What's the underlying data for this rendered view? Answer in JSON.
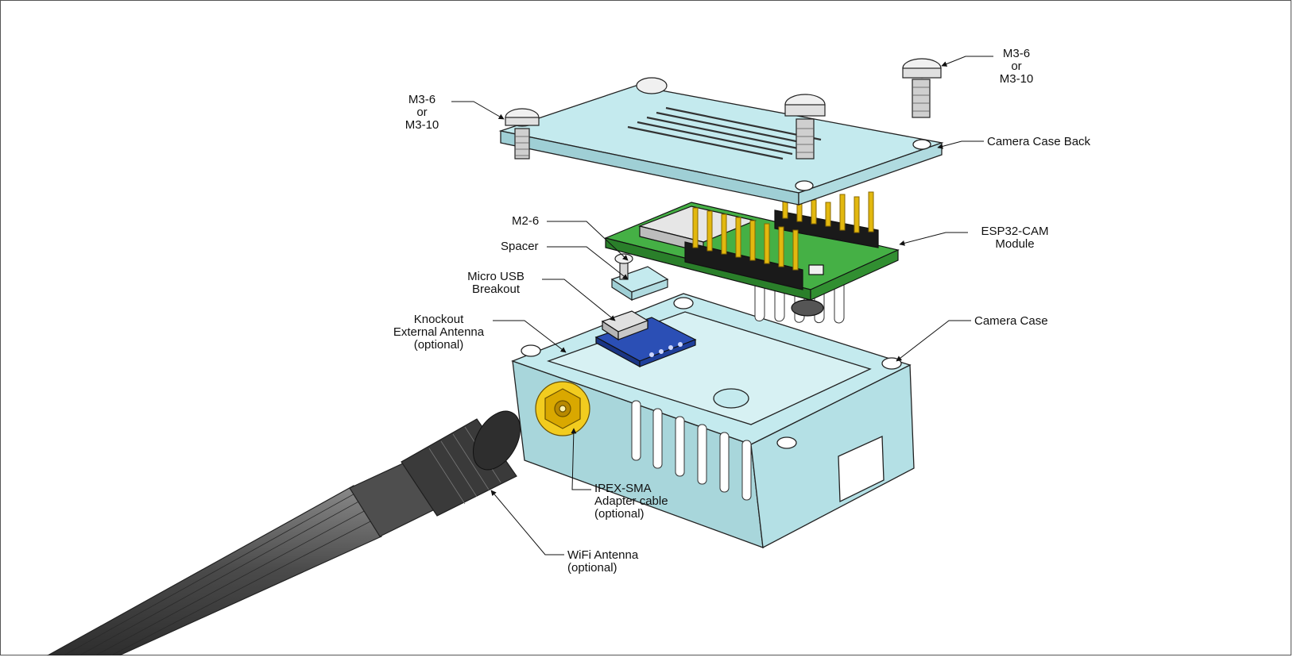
{
  "callouts": {
    "screw_top_left": [
      "M3-6",
      "or",
      "M3-10"
    ],
    "screw_top_right": [
      "M3-6",
      "or",
      "M3-10"
    ],
    "case_back": [
      "Camera Case Back"
    ],
    "m2_screw": [
      "M2-6"
    ],
    "spacer": [
      "Spacer"
    ],
    "micro_usb": [
      "Micro USB",
      "Breakout"
    ],
    "esp32": [
      "ESP32-CAM",
      "Module"
    ],
    "knockout": [
      "Knockout",
      "External Antenna",
      "(optional)"
    ],
    "camera_case": [
      "Camera Case"
    ],
    "ipex": [
      "IPEX-SMA",
      "Adapter cable",
      "(optional)"
    ],
    "antenna": [
      "WiFi Antenna",
      "(optional)"
    ]
  },
  "colors": {
    "case": "#bfe6ea",
    "pcb": "#3ea33e",
    "usb_board": "#2b4fb5",
    "pins": "#e2b80f",
    "antenna": "#5a5a5a",
    "sma_gold": "#e6b800"
  }
}
